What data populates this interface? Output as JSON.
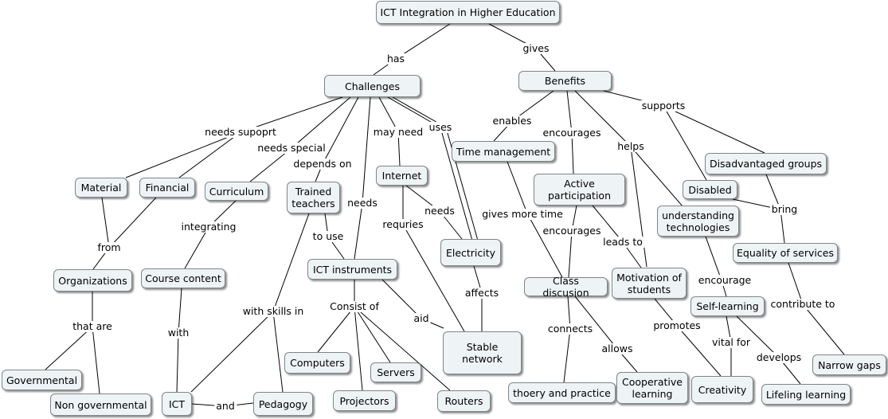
{
  "nodes": {
    "root": "ICT Integration in Higher Education",
    "challenges": "Challenges",
    "benefits": "Benefits",
    "material": "Material",
    "financial": "Financial",
    "curriculum": "Curriculum",
    "trained": "Trained teachers",
    "internet": "Internet",
    "electricity": "Electricity",
    "ict_instruments": "ICT instruments",
    "organizations": "Organizations",
    "course": "Course content",
    "governmental": "Governmental",
    "nongov": "Non governmental",
    "ict": "ICT",
    "pedagogy": "Pedagogy",
    "computers": "Computers",
    "servers": "Servers",
    "projectors": "Projectors",
    "routers": "Routers",
    "stable": "Stable network",
    "time": "Time management",
    "active": "Active participation",
    "class": "Class discusion",
    "motivation": "Motivation of students",
    "understanding": "understanding technologies",
    "disadvantaged": "Disadvantaged groups",
    "disabled": "Disabled",
    "equality": "Equality of services",
    "selflearning": "Self-learning",
    "narrow": "Narrow gaps",
    "theory": "thoery and practice",
    "coop": "Cooperative learning",
    "creativity": "Creativity",
    "lifelong": "Lifeling learning"
  },
  "labels": {
    "has": "has",
    "gives": "gives",
    "needs_support": "needs supoprt",
    "needs_special": "needs special",
    "depends_on": "depends on",
    "needs": "needs",
    "may_need": "may need",
    "uses": "uses",
    "from": "from",
    "integrating": "integrating",
    "that_are": "that are",
    "with": "with",
    "with_skills": "with skills in",
    "and": "and",
    "to_use": "to use",
    "needs2": "needs",
    "requries": "requries",
    "consist_of": "Consist of",
    "aid": "aid",
    "affects": "affects",
    "enables": "enables",
    "encourages": "encourages",
    "helps": "helps",
    "supports": "supports",
    "gives_more_time": "gives more time",
    "encourages2": "encourages",
    "leads_to": "leads to",
    "connects": "connects",
    "allows": "allows",
    "promotes": "promotes",
    "bring": "bring",
    "encourage": "encourage",
    "contribute_to": "contribute to",
    "vital_for": "vital for",
    "develops": "develops"
  }
}
